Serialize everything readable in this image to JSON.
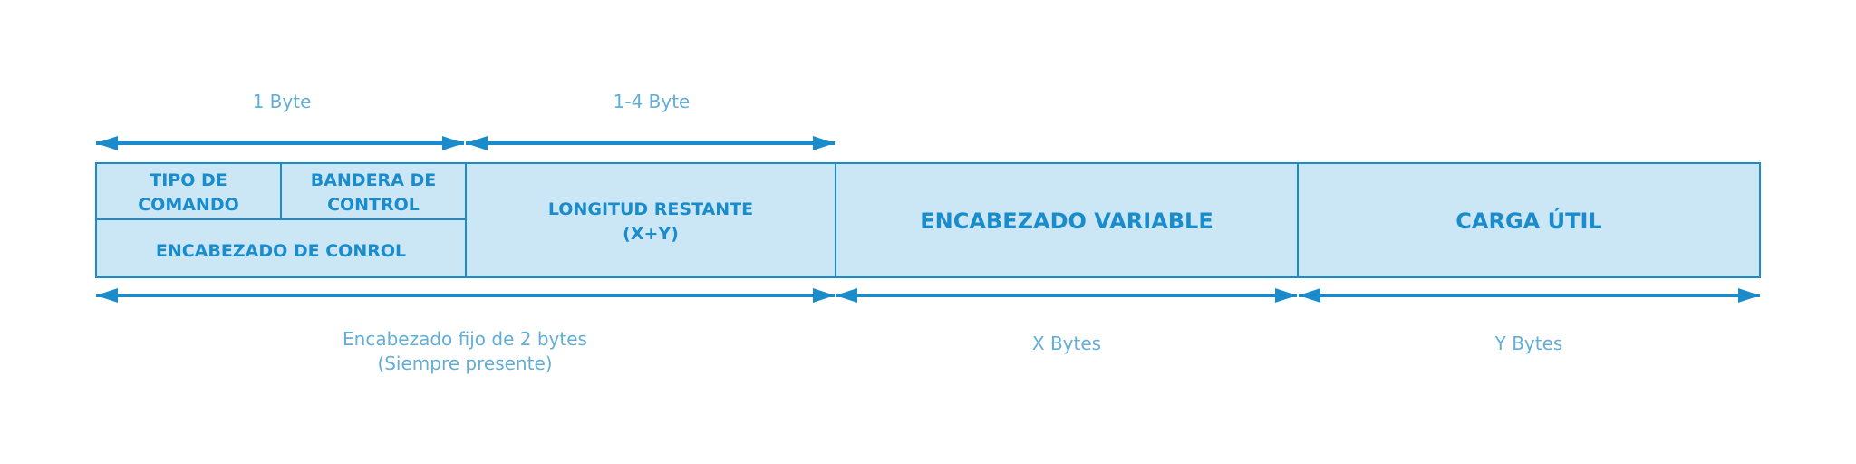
{
  "colors": {
    "fill": "#cbe6f5",
    "stroke": "#1a8ccb",
    "arrow": "#1a8ccb",
    "label": "#62aed6",
    "cell_text": "#1a8ccb"
  },
  "top_labels": {
    "one_byte": "1 Byte",
    "one_to_four_byte": "1-4  Byte"
  },
  "cells": {
    "tipo_line1": "TIPO DE",
    "tipo_line2": "COMANDO",
    "bandera_line1": "BANDERA DE",
    "bandera_line2": "CONTROL",
    "encabezado_control": "ENCABEZADO DE CONROL",
    "longitud_line1": "LONGITUD RESTANTE",
    "longitud_line2": "(X+Y)",
    "encabezado_variable": "ENCABEZADO VARIABLE",
    "carga_util": "CARGA ÚTIL"
  },
  "bottom_labels": {
    "fixed_line1": "Encabezado fijo de 2 bytes",
    "fixed_line2": "(Siempre presente)",
    "x_bytes": "X Bytes",
    "y_bytes": "Y Bytes"
  }
}
